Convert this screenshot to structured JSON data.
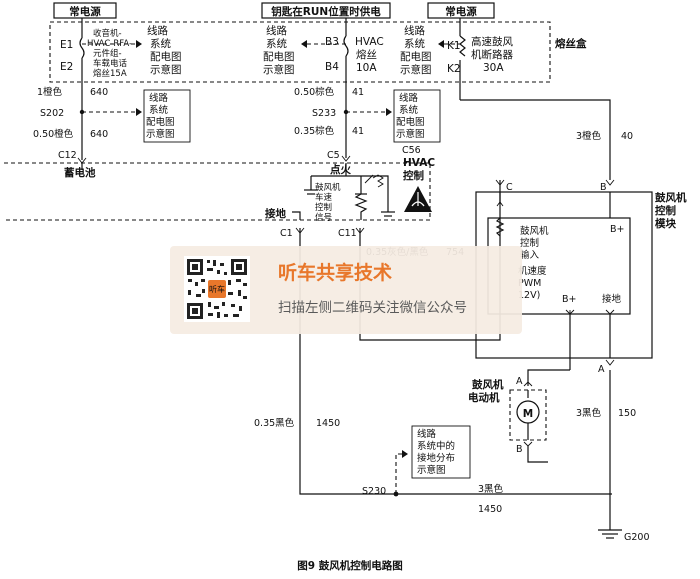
{
  "header": {
    "left_label": "常电源",
    "center_label": "钥匙在RUN位置时供电",
    "right_label": "常电源",
    "fuse_box_label": "熔丝盒"
  },
  "fuse_box": {
    "e1": "E1",
    "e2": "E2",
    "left_fuse_lines": [
      "收音机-",
      "HVAC-RFA-",
      "元件组-",
      "车载电话",
      "熔丝15A"
    ],
    "b3": "B3",
    "b4": "B4",
    "hvac_fuse_lines": [
      "HVAC",
      "熔丝",
      "10A"
    ],
    "k1": "K1",
    "k2": "K2",
    "breaker_lines": [
      "高速鼓风",
      "机断路器",
      "30A"
    ]
  },
  "ref_boxes": {
    "power_1": [
      "线路",
      "系统",
      "配电图",
      "示意图"
    ],
    "power_2": [
      "线路",
      "系统",
      "配电图",
      "示意图"
    ],
    "power_3": [
      "线路",
      "系统",
      "配电图",
      "示意图"
    ],
    "splice_1": [
      "线路",
      "系统",
      "配电图",
      "示意图"
    ],
    "splice_2": [
      "线路",
      "系统",
      "配电图",
      "示意图"
    ],
    "ground_dist": [
      "线路",
      "系统中的",
      "接地分布",
      "示意图"
    ]
  },
  "wires": {
    "left_wire_1_color": "1橙色",
    "left_wire_1_num": "640",
    "s202": "S202",
    "left_wire_2_color": "0.50橙色",
    "left_wire_2_num": "640",
    "c12": "C12",
    "mid_wire_1_color": "0.50棕色",
    "mid_wire_1_num": "41",
    "s233": "S233",
    "mid_wire_2_color": "0.35棕色",
    "mid_wire_2_num": "41",
    "c5": "C5",
    "c56": "C56",
    "right_wire_color": "3橙色",
    "right_wire_num": "40",
    "signal_wire_color": "0.35灰色/黑色",
    "signal_wire_num": "754",
    "ground_wire_color": "0.35黑色",
    "ground_wire_num": "1450",
    "s230": "S230",
    "bottom_wire_color": "3黑色",
    "bottom_wire_num": "1450",
    "motor_ground_color": "3黑色",
    "motor_ground_num": "150",
    "g200": "G200"
  },
  "hvac_control": {
    "battery": "蓄电池",
    "ignition": "点火",
    "hvac_lines": [
      "HVAC",
      "控制"
    ],
    "speed_signal_lines": [
      "鼓风机",
      "车速",
      "控制",
      "信号"
    ],
    "ground": "接地",
    "c1": "C1",
    "c11": "C11"
  },
  "blower_module": {
    "title_lines": [
      "鼓风机",
      "控制",
      "模块"
    ],
    "pin_c": "C",
    "pin_b": "B",
    "pin_a": "A",
    "b_plus": "B+",
    "control_input_lines": [
      "鼓风机",
      "控制",
      "输入"
    ],
    "pwm_lines": [
      "机速度",
      "PWM",
      "12V)"
    ],
    "b_plus_2": "B+",
    "ground": "接地"
  },
  "motor": {
    "label_lines": [
      "鼓风机",
      "电动机"
    ],
    "pin_a": "A",
    "pin_b": "B",
    "symbol": "M"
  },
  "caption": "图9   鼓风机控制电路图",
  "watermark": {
    "title": "听车共享技术",
    "subtitle": "扫描左侧二维码关注微信公众号",
    "qr_badge": "听车"
  }
}
